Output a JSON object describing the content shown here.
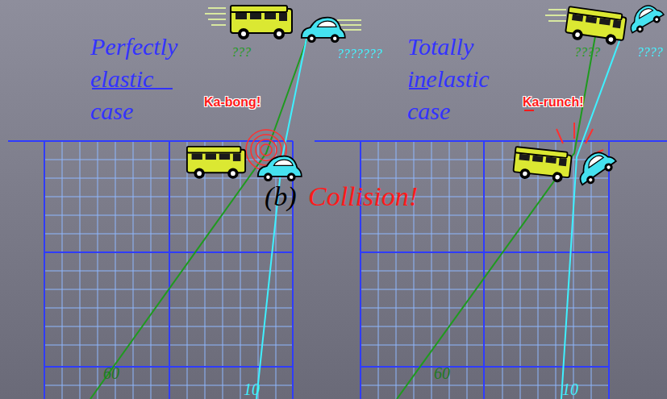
{
  "diagram": {
    "labels": [
      "Perfectly elastic case",
      "???",
      "???????",
      "Ka-bong!",
      "Totally inelastic case",
      "????",
      "????",
      "Ka-runch!",
      "(b)",
      "Collision!",
      "60",
      "10",
      "60",
      "10"
    ]
  }
}
